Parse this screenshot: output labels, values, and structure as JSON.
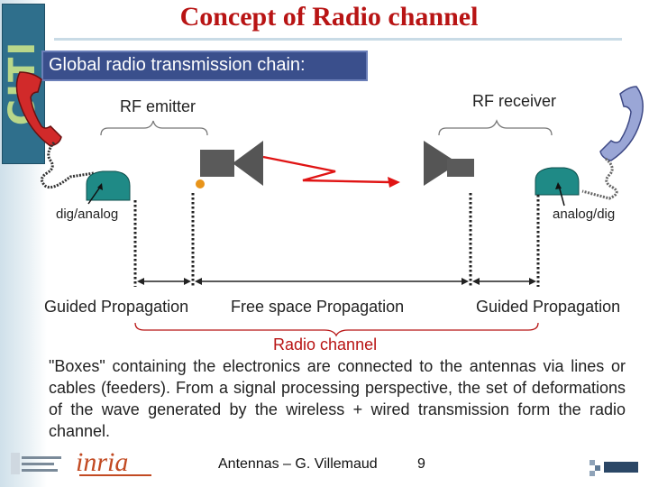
{
  "title": "Concept of Radio channel",
  "subtitle": "Global radio transmission chain:",
  "labels": {
    "rf_emitter": "RF emitter",
    "rf_receiver": "RF receiver",
    "dig_analog": "dig/analog",
    "analog_dig": "analog/dig",
    "guided_left": "Guided Propagation",
    "free_space": "Free space Propagation",
    "guided_right": "Guided Propagation",
    "radio_channel": "Radio channel"
  },
  "description": "\"Boxes\" containing the electronics are connected to the antennas via lines or cables (feeders). From a signal processing perspective, the set of deformations of the wave generated by the wireless + wired transmission form the radio channel.",
  "footer": {
    "text": "Antennas – G. Villemaud",
    "page": "9"
  },
  "logos": {
    "left_strip": "CITI",
    "footer_left_2": "inria"
  },
  "colors": {
    "title": "#b81414",
    "subtitle_bg": "#3a4f8c",
    "box_teal": "#1f8a86",
    "antenna_gray": "#555555",
    "signal_red": "#e01414",
    "phone_red": "#d12a2a",
    "phone_blue": "#9aa6d6",
    "connector_orange": "#e8941a"
  }
}
